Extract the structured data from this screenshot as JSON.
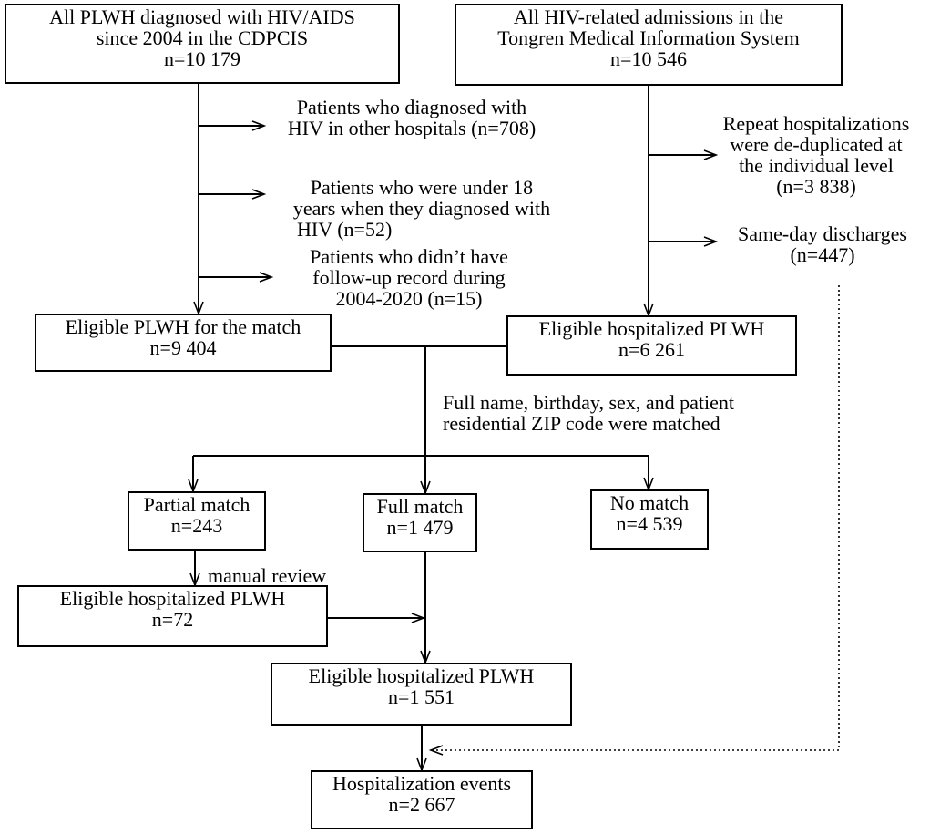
{
  "boxes": {
    "cdpcis": {
      "lines": [
        "All PLWH  diagnosed with HIV/AIDS",
        "since 2004  in the CDPCIS",
        "n=10 179"
      ]
    },
    "tongren": {
      "lines": [
        "All HIV-related admissions in the",
        "Tongren Medical Information System",
        "n=10 546"
      ]
    },
    "eligible_match": {
      "lines": [
        "Eligible PLWH for the match",
        "n=9 404"
      ]
    },
    "eligible_hosp_top": {
      "lines": [
        "Eligible hospitalized PLWH",
        "n=6 261"
      ]
    },
    "partial_match": {
      "lines": [
        "Partial match",
        "n=243"
      ]
    },
    "full_match": {
      "lines": [
        "Full match",
        "n=1 479"
      ]
    },
    "no_match": {
      "lines": [
        "No match",
        "n=4 539"
      ]
    },
    "eligible_hosp_72": {
      "lines": [
        "Eligible hospitalized PLWH",
        "n=72"
      ]
    },
    "eligible_hosp_1551": {
      "lines": [
        "Eligible hospitalized PLWH",
        "n=1 551"
      ]
    },
    "hosp_events": {
      "lines": [
        "Hospitalization events",
        "n=2 667"
      ]
    }
  },
  "exclusions": {
    "other_hospitals": [
      "Patients who diagnosed with",
      "HIV in other hospitals (n=708)"
    ],
    "under_18": [
      "Patients who were under 18",
      "years when they diagnosed with",
      "HIV (n=52)"
    ],
    "no_followup": [
      "Patients who didn’t have",
      "follow-up record during",
      "2004-2020 (n=15)"
    ],
    "repeat_hosp": [
      "Repeat hospitalizations",
      "were de-duplicated at",
      "the individual level",
      "(n=3 838)"
    ],
    "same_day": [
      "Same-day discharges",
      "(n=447)"
    ]
  },
  "match_criteria": [
    "Full name, birthday, sex, and patient",
    "residential ZIP code were matched"
  ],
  "manual_review": "manual review",
  "colors": {
    "line": "#000000",
    "background": "#ffffff"
  }
}
